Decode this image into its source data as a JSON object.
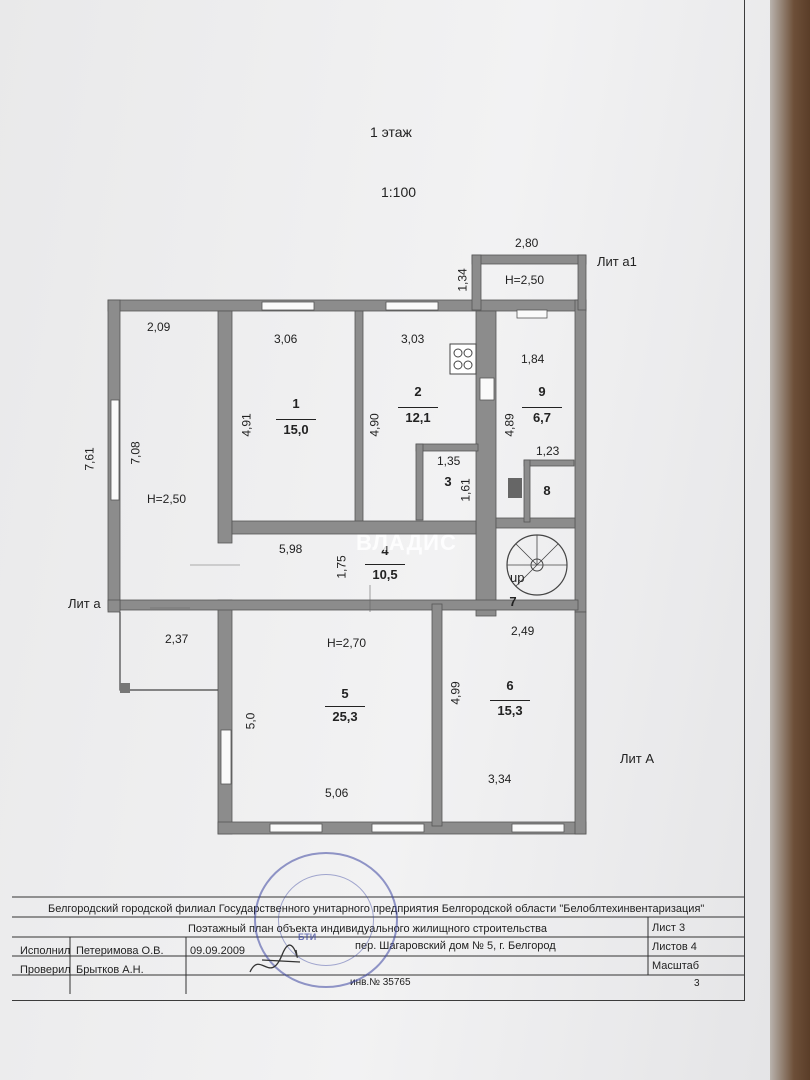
{
  "header": {
    "floor": "1 этаж",
    "scale": "1:100"
  },
  "labels": {
    "lit_a1": "Лит а1",
    "lit_a": "Лит а",
    "lit_A": "Лит А"
  },
  "rooms": [
    {
      "num": "1",
      "area": "15,0"
    },
    {
      "num": "2",
      "area": "12,1"
    },
    {
      "num": "3"
    },
    {
      "num": "4",
      "area": "10,5"
    },
    {
      "num": "5",
      "area": "25,3"
    },
    {
      "num": "6",
      "area": "15,3"
    },
    {
      "num": "7"
    },
    {
      "num": "8"
    },
    {
      "num": "9",
      "area": "6,7"
    }
  ],
  "dims": {
    "top_280": "2,80",
    "v_134": "1,34",
    "h_250_top": "H=2,50",
    "d_209": "2,09",
    "d_306": "3,06",
    "d_303": "3,03",
    "d_184": "1,84",
    "d_491": "4,91",
    "d_490": "4,90",
    "d_489": "4,89",
    "d_761": "7,61",
    "d_708": "7,08",
    "h_250_left": "H=2,50",
    "d_135": "1,35",
    "d_161": "1,61",
    "d_123": "1,23",
    "d_598": "5,98",
    "d_175": "1,75",
    "up": "up",
    "d_237": "2,37",
    "h_270": "H=2,70",
    "d_249": "2,49",
    "d_499": "4,99",
    "d_50": "5,0",
    "d_506": "5,06",
    "d_334": "3,34"
  },
  "title_block": {
    "org": "Белгородский городской филиал Государственного унитарного предприятия Белгородской области \"Белоблтехинвентаризация\"",
    "plan_title": "Поэтажный план объекта индивидуального жилищного строительства",
    "address": "пер. Шагаровский дом № 5, г. Белгород",
    "executor_label": "Исполнил",
    "executor_name": "Петеримова О.В.",
    "date": "09.09.2009",
    "checker_label": "Проверил",
    "checker_name": "Брытков А.Н.",
    "sheet_label": "Лист 3",
    "sheets_label": "Листов 4",
    "scale_label": "Масштаб",
    "inv": "инв.№ 35765",
    "page": "3",
    "stamp": "БТИ"
  },
  "watermark": "ВЛАДИС",
  "colors": {
    "wall": "#8c8c8c",
    "paper": "#efeff0",
    "stamp": "#3c46a0"
  }
}
